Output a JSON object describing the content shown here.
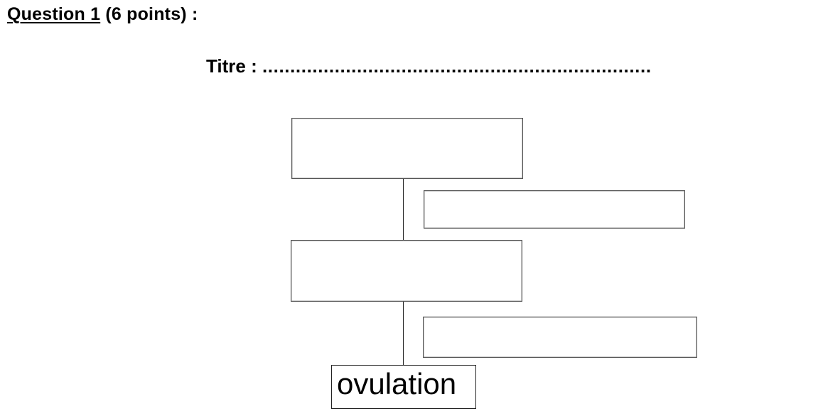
{
  "question": {
    "label": "Question 1",
    "points": " (6 points) :"
  },
  "title": {
    "label": "Titre : ",
    "dots": "......................................................................"
  },
  "diagram": {
    "bottom_label": "ovulation",
    "boxes": [
      "",
      "",
      "",
      ""
    ]
  }
}
